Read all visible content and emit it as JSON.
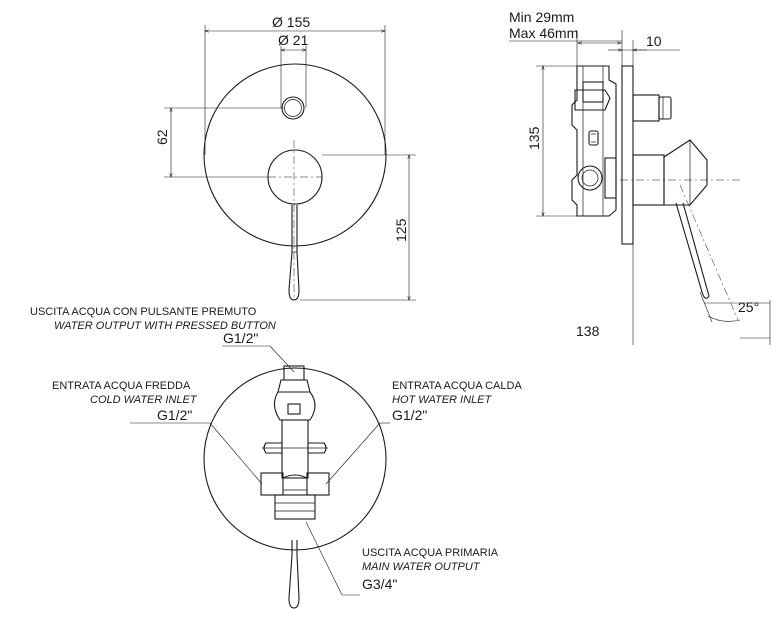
{
  "front_view": {
    "dim_plate_diameter": "Ø 155",
    "dim_button_diameter": "Ø 21",
    "dim_vertical_62": "62",
    "dim_vertical_125": "125"
  },
  "side_view": {
    "depth_min": "Min 29mm",
    "depth_max": "Max 46mm",
    "dim_plate_10": "10",
    "dim_height_135": "135",
    "dim_length_138": "138",
    "dim_angle_25": "25°"
  },
  "rear_view": {
    "outlet_pressed_it": "USCITA ACQUA CON PULSANTE PREMUTO",
    "outlet_pressed_en": "WATER OUTPUT WITH PRESSED BUTTON",
    "outlet_pressed_size": "G1/2\"",
    "cold_inlet_it": "ENTRATA ACQUA FREDDA",
    "cold_inlet_en": "COLD WATER INLET",
    "cold_inlet_size": "G1/2\"",
    "hot_inlet_it": "ENTRATA ACQUA CALDA",
    "hot_inlet_en": "HOT WATER INLET",
    "hot_inlet_size": "G1/2\"",
    "main_output_it": "USCITA ACQUA PRIMARIA",
    "main_output_en": "MAIN WATER OUTPUT",
    "main_output_size": "G3/4\""
  }
}
